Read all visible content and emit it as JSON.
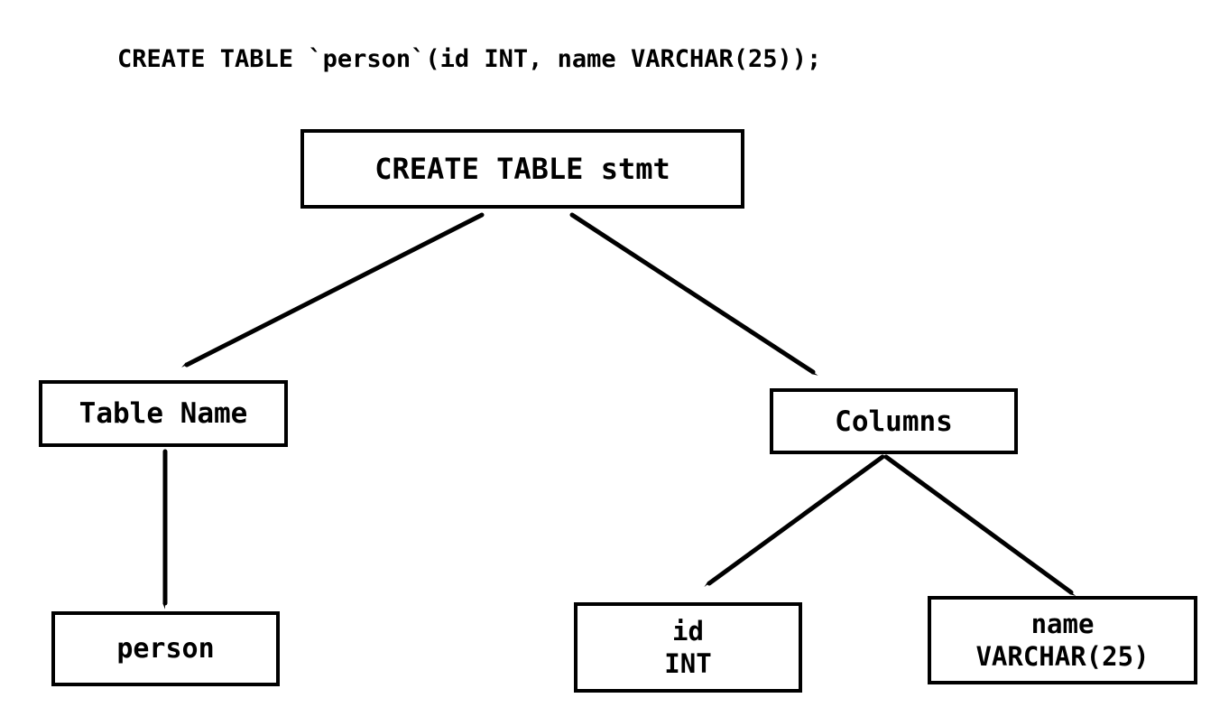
{
  "header": {
    "sql_statement": "CREATE TABLE `person`(id INT, name VARCHAR(25));"
  },
  "colors": {
    "foreground": "#000000",
    "background": "#ffffff"
  },
  "tree": {
    "nodes": {
      "root": {
        "label": "CREATE TABLE stmt"
      },
      "table_name": {
        "label": "Table Name"
      },
      "columns": {
        "label": "Columns"
      },
      "person": {
        "label": "person"
      },
      "col_id": {
        "line1": "id",
        "line2": "INT"
      },
      "col_name": {
        "line1": "name",
        "line2": "VARCHAR(25)"
      }
    },
    "edges": [
      {
        "from": "root",
        "to": "table_name"
      },
      {
        "from": "root",
        "to": "columns"
      },
      {
        "from": "table_name",
        "to": "person"
      },
      {
        "from": "columns",
        "to": "col_id"
      },
      {
        "from": "columns",
        "to": "col_name"
      }
    ]
  }
}
